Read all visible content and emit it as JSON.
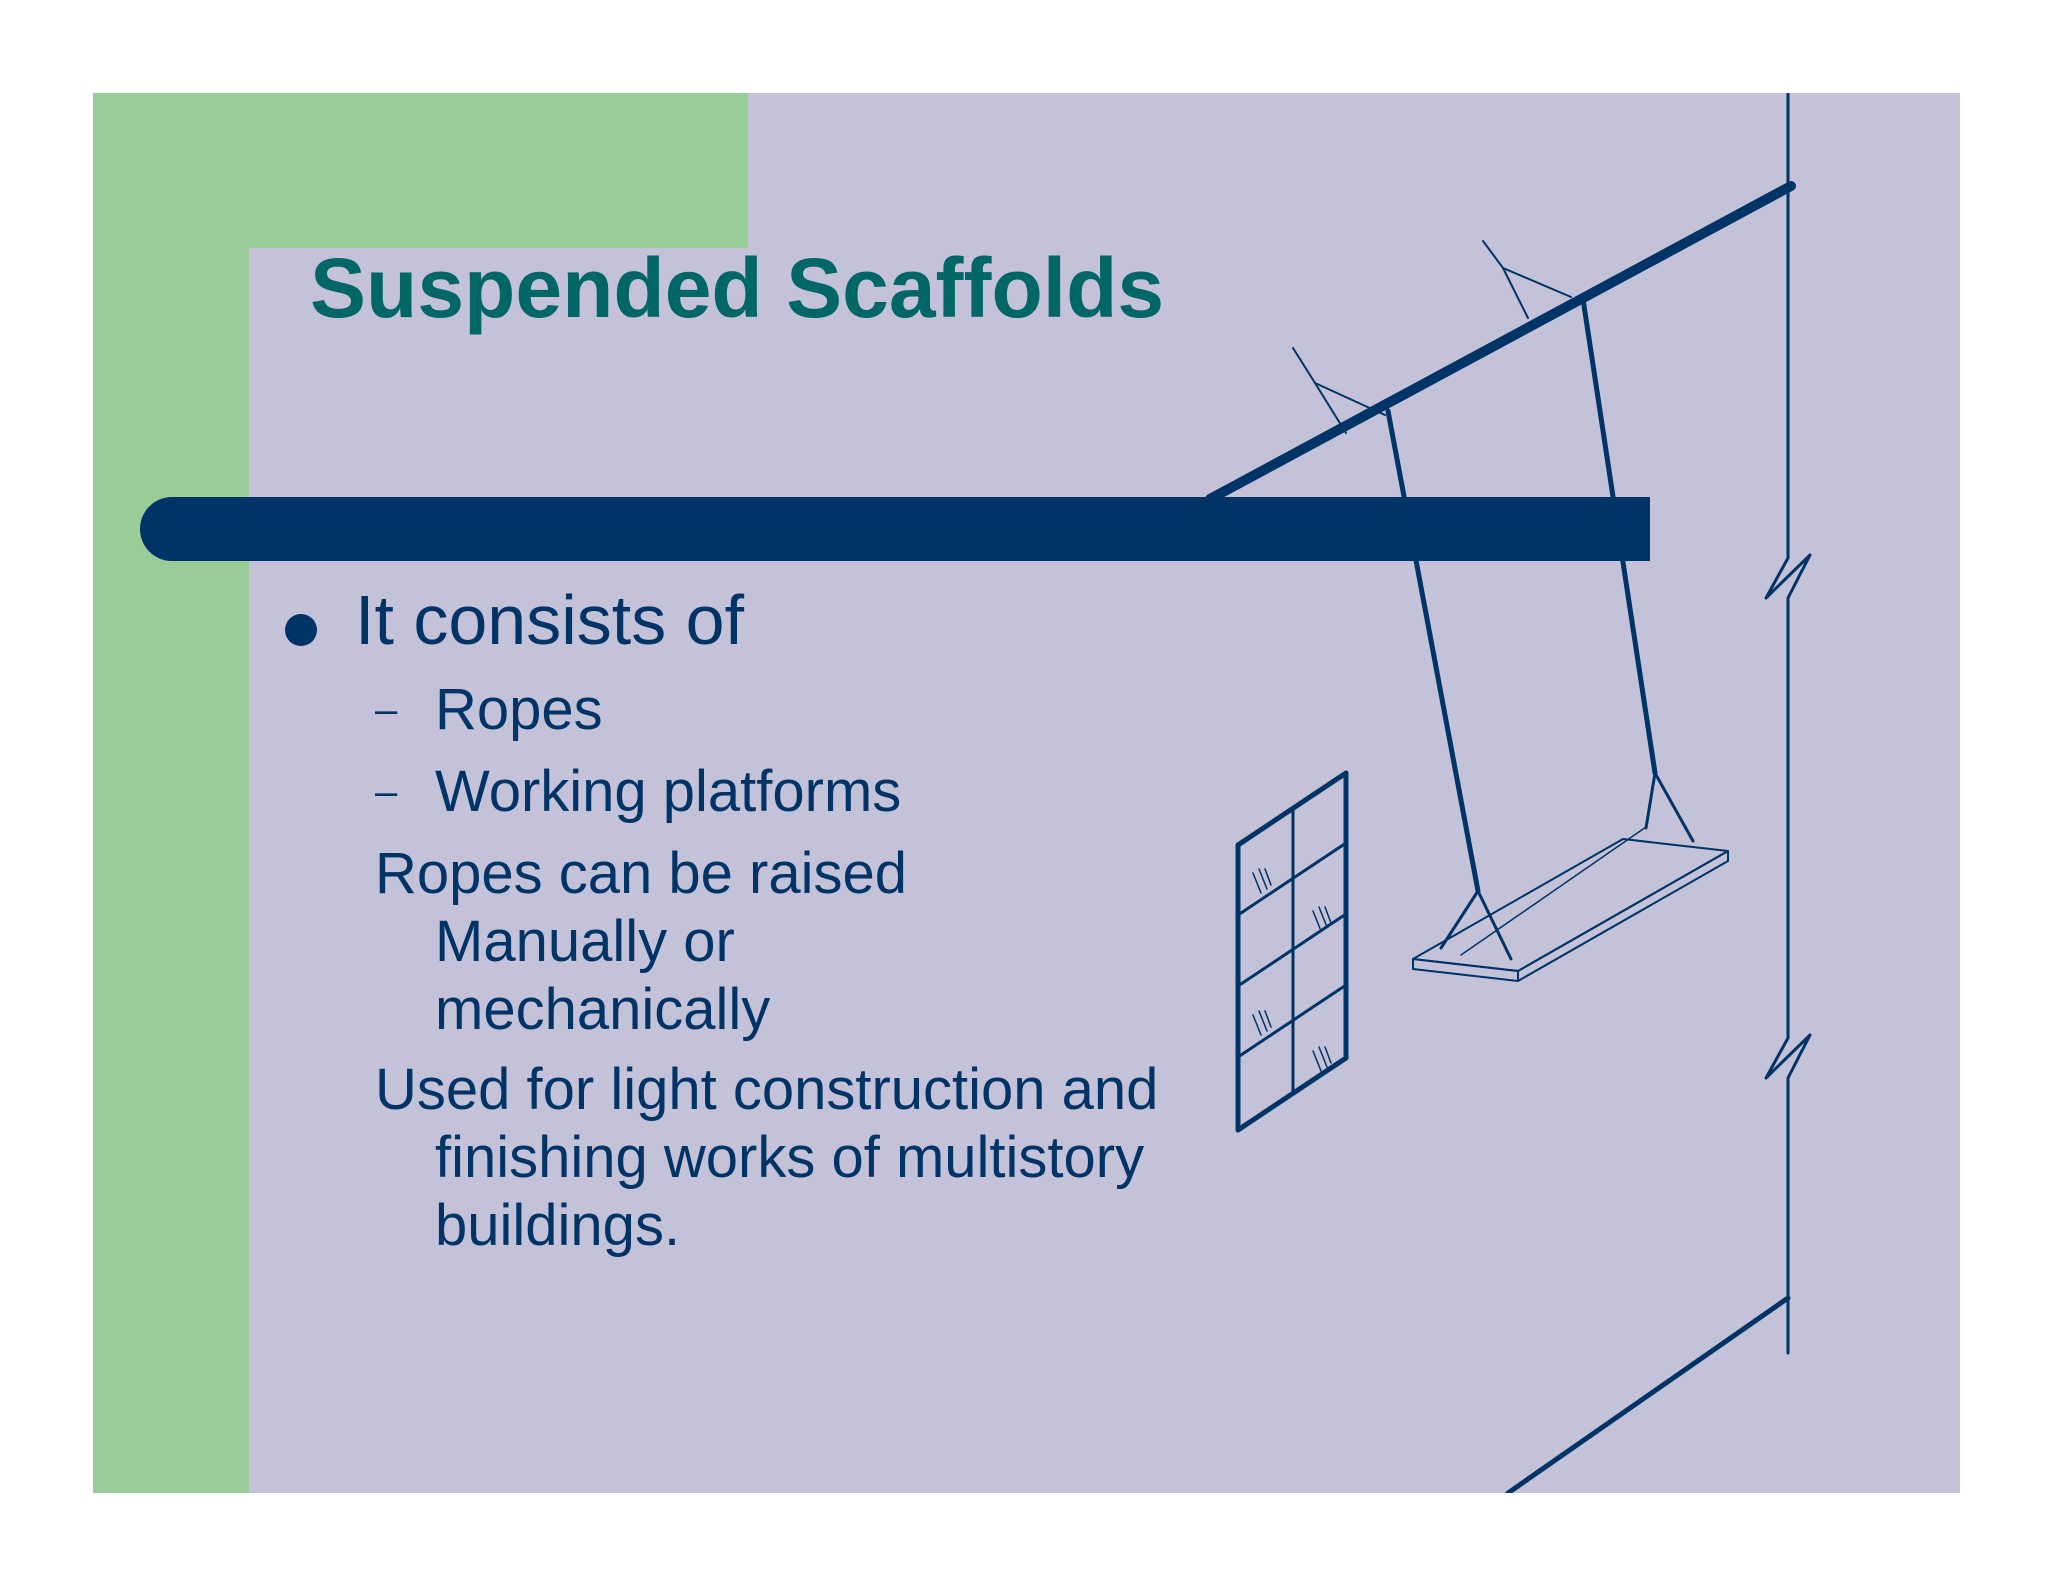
{
  "slide": {
    "title": "Suspended Scaffolds",
    "bullet": "It consists of",
    "sub_items": [
      "Ropes",
      "Working platforms"
    ],
    "dash": "–",
    "paragraphs": [
      "Ropes can be raised Manually or mechanically",
      "Used for light construction and finishing works of multistory buildings."
    ]
  },
  "colors": {
    "background": "#c4c2d8",
    "green": "#99cc99",
    "title": "#006666",
    "navy": "#003366"
  },
  "icons": [
    "bullet-dot",
    "suspended-scaffold-illustration"
  ]
}
